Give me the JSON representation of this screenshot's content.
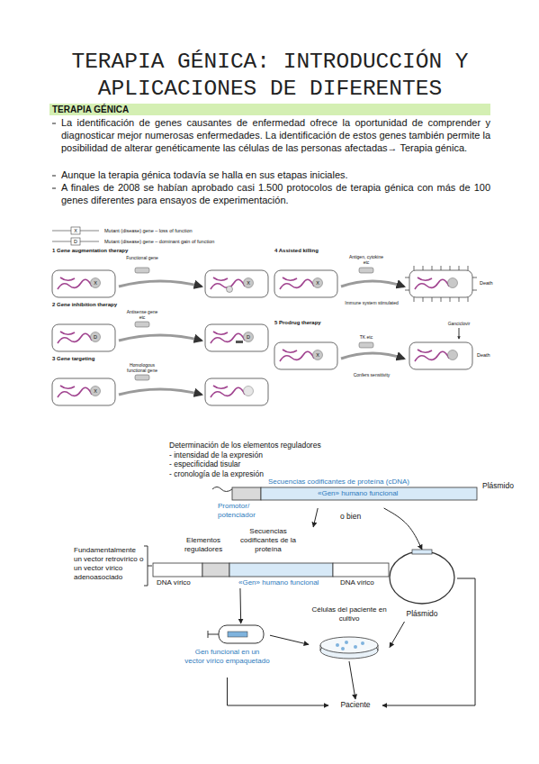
{
  "diagram": {
    "title": "TERAPIA GÉNICA: INTRODUCCIÓN Y APLICACIONES DE DIFERENTES",
    "nodes": [
      {
        "text": [
          "Secuencias codificantes de proteína (cDNA)",
          "«Gen» humano funcional",
          "Promotor/ potenciador"
        ]
      },
      {
        "text": [
          "Elementos reguladores",
          "Secuencias codificantes de la proteína",
          "«Gen» humano funcional",
          "DNA vírico",
          "DNA vírico"
        ]
      },
      {
        "text": [
          "Plásmido"
        ]
      },
      {
        "text": [
          "Gen funcional en un vector vírico empaquetado"
        ]
      },
      {
        "text": [
          "Células del paciente en cultivo"
        ]
      },
      {
        "text": [
          "Paciente"
        ]
      }
    ],
    "edges": [
      {
        "from": 0,
        "to": 1,
        "arrow": "to"
      },
      {
        "from": 0,
        "to": 2,
        "arrow": "to"
      },
      {
        "from": 1,
        "to": 3,
        "arrow": "to"
      },
      {
        "from": 3,
        "to": 4,
        "arrow": "to"
      },
      {
        "from": 2,
        "to": 4,
        "arrow": "to"
      },
      {
        "from": 3,
        "to": 5,
        "arrow": "to"
      },
      {
        "from": 4,
        "to": 5,
        "arrow": "to"
      },
      {
        "from": 2,
        "to": 5,
        "arrow": "to"
      }
    ],
    "labels": [
      "TERAPIA GÉNICA",
      "La identificación de genes causantes de enfermedad ofrece la oportunidad de comprender y diagnosticar mejor numerosas enfermedades. La identificación de estos genes también permite la posibilidad de alterar genéticamente las células de las personas afectadas→ Terapia génica.",
      "Aunque la terapia génica todavía se halla en sus etapas iniciales.",
      "A finales de 2008 se habían aprobado casi 1.500 protocolos de terapia génica con más de 100 genes diferentes para ensayos de experimentación.",
      "X",
      "D",
      "1 Gene augmentation therapy",
      "Functional gene",
      "X",
      "X",
      "2 Gene inhibition therapy",
      "Antisense gene etc",
      "D",
      "D",
      "3 Gene targeting",
      "Homologous functional gene",
      "X",
      "4 Assisted killing",
      "Antigen, cytokine etc",
      "Immune system stimulated",
      "X",
      "Death",
      "5 Prodrug therapy",
      "TK etc",
      "X",
      "Confers sensitivity",
      "Ganciclovir",
      "Death",
      "Determinación de los elementos reguladores",
      "- intensidad de la expresión",
      "- especificidad tisular",
      "- cronología de la expresión",
      "Plásmido",
      "o bien",
      "Fundamentalmente un vector retrovírico o un vector vírico adenoasociado"
    ],
    "legend": [
      {
        "text": "Mutant (disease) gene – loss of function"
      },
      {
        "text": "Mutant (disease) gene – dominant gain of function"
      }
    ]
  }
}
